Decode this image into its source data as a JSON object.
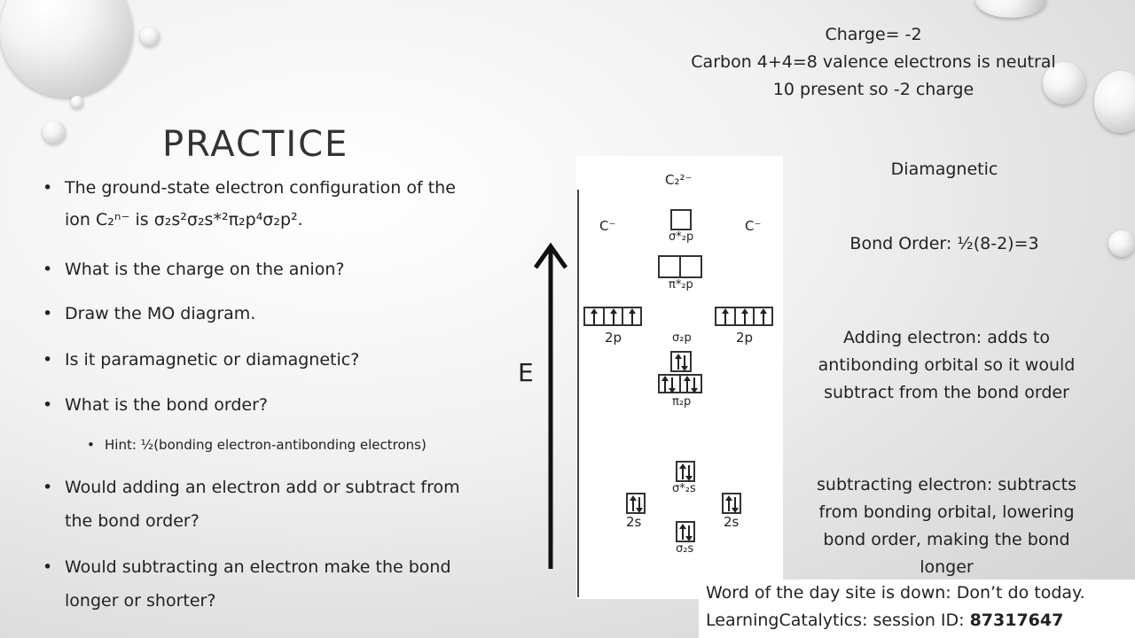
{
  "title": "PRACTICE",
  "bullets": {
    "q1_line1": "The ground-state electron configuration of the",
    "q1_line2": "ion C₂ⁿ⁻ is σ₂s²σ₂s*²π₂p⁴σ₂p².",
    "q2": "What is the charge on the anion?",
    "q3": "Draw the MO diagram.",
    "q4": "Is it paramagnetic or diamagnetic?",
    "q5": "What is the bond order?",
    "hint": "Hint: ½(bonding electron-antibonding electrons)",
    "q6_line1": "Would adding an electron add or subtract from",
    "q6_line2": "the bond order?",
    "q7_line1": "Would subtracting an electron make the bond",
    "q7_line2": "longer or shorter?"
  },
  "charge": {
    "line1": "Charge= -2",
    "line2": "Carbon 4+4=8  valence electrons is neutral",
    "line3": "10 present so -2 charge"
  },
  "magnetism": "Diamagnetic",
  "bond_order": "Bond Order: ½(8-2)=3",
  "adding": {
    "line1": "Adding electron: adds to",
    "line2": "antibonding orbital so it would",
    "line3": "subtract from the bond order"
  },
  "subtracting": {
    "line1": "subtracting electron: subtracts",
    "line2": "from bonding orbital, lowering",
    "line3": "bond order, making the bond",
    "line4": "longer"
  },
  "mo_diagram": {
    "energy_label": "E",
    "molecule": "C₂²⁻",
    "left_atom": "C⁻",
    "right_atom": "C⁻",
    "sigma_star_2p": "σ*₂p",
    "pi_star_2p": "π*₂p",
    "label_2p_left": "2p",
    "label_2p_right": "2p",
    "sigma_2p": "σ₂p",
    "pi_2p": "π₂p",
    "sigma_star_2s": "σ*₂s",
    "label_2s_left": "2s",
    "label_2s_right": "2s",
    "sigma_2s": "σ₂s"
  },
  "footer": {
    "line1": "Word of the day site is down: Don’t do today.",
    "line2_prefix": "LearningCatalytics: session ID: ",
    "session_id": "87317647"
  }
}
